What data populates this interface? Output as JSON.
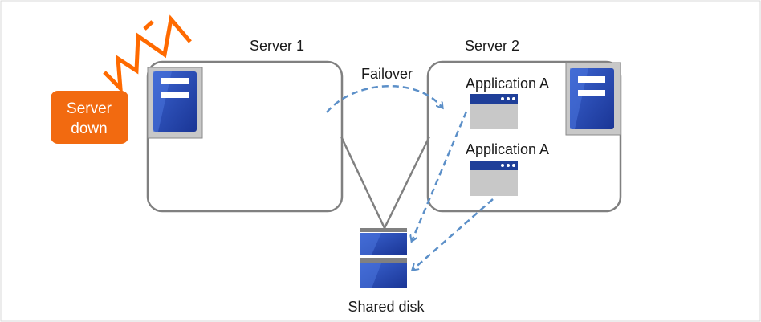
{
  "labels": {
    "server1": "Server 1",
    "server2": "Server 2",
    "failover": "Failover",
    "app_a_1": "Application A",
    "app_a_2": "Application A",
    "shared_disk": "Shared disk",
    "server_down_line1": "Server",
    "server_down_line2": "down"
  },
  "colors": {
    "frame": "#d9d9d9",
    "box_stroke": "#808080",
    "server_blue": "#2244aa",
    "server_panel": "#c8c8c8",
    "arrow": "#5b8fc8",
    "alert_orange": "#ff6a00",
    "badge_orange": "#f26a10",
    "app_window_bar": "#1f3f99",
    "app_window_body": "#c8c8c8"
  },
  "icons": [
    "lightning-icon",
    "server-icon",
    "application-window-icon",
    "disk-icon"
  ]
}
